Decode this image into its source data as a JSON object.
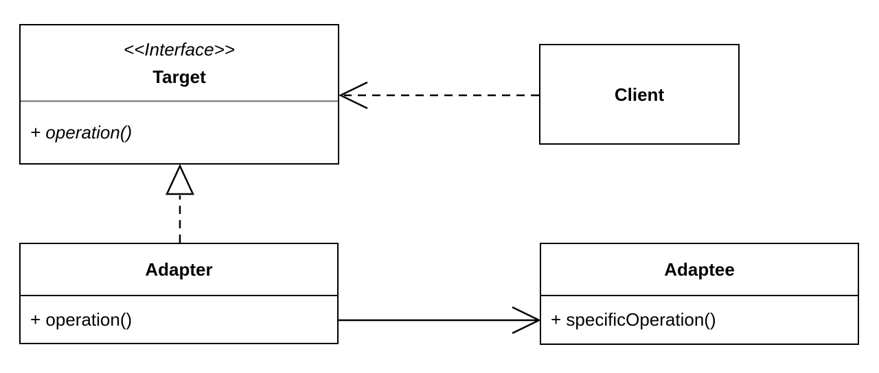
{
  "classes": {
    "target": {
      "stereotype": "<<Interface>>",
      "name": "Target",
      "methods": [
        "+ operation()"
      ]
    },
    "client": {
      "name": "Client"
    },
    "adapter": {
      "name": "Adapter",
      "methods": [
        "+ operation()"
      ]
    },
    "adaptee": {
      "name": "Adaptee",
      "methods": [
        "+ specificOperation()"
      ]
    }
  },
  "relationships": [
    {
      "from": "Client",
      "to": "Target",
      "type": "dependency",
      "line": "dashed",
      "arrowhead": "open"
    },
    {
      "from": "Adapter",
      "to": "Target",
      "type": "realization",
      "line": "dashed",
      "arrowhead": "hollow-triangle"
    },
    {
      "from": "Adapter",
      "to": "Adaptee",
      "type": "association",
      "line": "solid",
      "arrowhead": "open"
    }
  ],
  "colors": {
    "stroke": "#000000",
    "text": "#000000",
    "box_fill": "#ffffff",
    "background": "#ffffff",
    "interface_divider": "#999999"
  }
}
